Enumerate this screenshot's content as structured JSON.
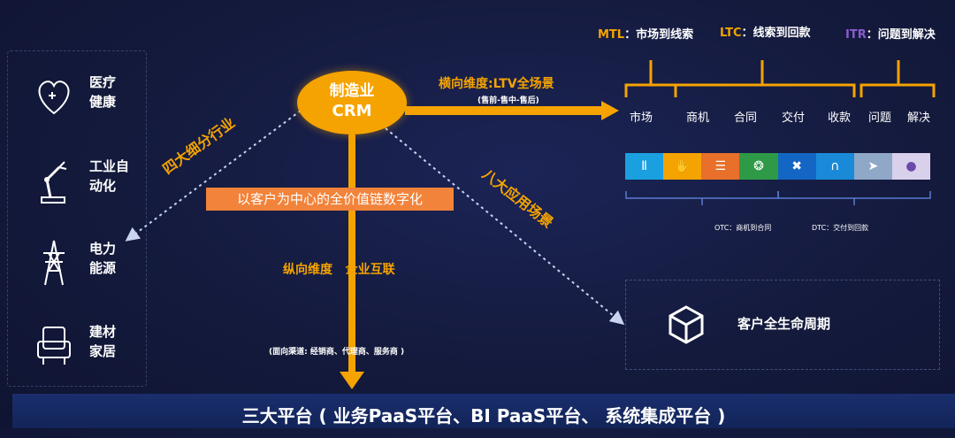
{
  "industries": [
    {
      "label_line1": "医疗",
      "label_line2": "健康",
      "icon": "heart-medical-icon"
    },
    {
      "label_line1": "工业自",
      "label_line2": "动化",
      "icon": "robot-arm-icon"
    },
    {
      "label_line1": "电力",
      "label_line2": "能源",
      "icon": "power-tower-icon"
    },
    {
      "label_line1": "建材",
      "label_line2": "家居",
      "icon": "armchair-icon"
    }
  ],
  "center": {
    "line1": "制造业",
    "line2": "CRM"
  },
  "left_arrow_label": "四大细分行业",
  "banner": "以客户为中心的全价值链数字化",
  "vertical": {
    "title": "纵向维度   企业互联",
    "note": "(面向渠道: 经销商、代理商、服务商 )"
  },
  "horizontal": {
    "title": "横向维度:LTV全场景",
    "note": "(售前-售中-售后)"
  },
  "right_diag_label": "八大应用场景",
  "categories": [
    {
      "code": "MTL",
      "desc": "：市场到线索",
      "color": "#f5a300"
    },
    {
      "code": "LTC",
      "desc": "：线索到回款",
      "color": "#f5a300"
    },
    {
      "code": "ITR",
      "desc": "：问题到解决",
      "color": "#8a5cd0"
    }
  ],
  "stages": [
    "市场",
    "商机",
    "合同",
    "交付",
    "收款",
    "问题",
    "解决"
  ],
  "tiles": [
    {
      "color": "#1aa0e0",
      "icon": "market-icon"
    },
    {
      "color": "#f5a300",
      "icon": "hand-icon"
    },
    {
      "color": "#e8702a",
      "icon": "contract-icon"
    },
    {
      "color": "#2e9a48",
      "icon": "trophy-icon"
    },
    {
      "color": "#1466c4",
      "icon": "tools-icon"
    },
    {
      "color": "#1a8ad8",
      "icon": "road-icon"
    },
    {
      "color": "#8fa8c8",
      "icon": "send-icon"
    },
    {
      "color": "#d9d0ec",
      "icon": "bulb-icon"
    }
  ],
  "otc_label": "OTC：商机到合同",
  "dtc_label": "DTC：交付到回款",
  "lifecycle": {
    "label": "客户全生命周期",
    "icon": "cube-icon"
  },
  "bottom": "三大平台 ( 业务PaaS平台、BI PaaS平台、 系统集成平台 )",
  "colors": {
    "accent": "#f5a300",
    "banner": "#f2833a",
    "background": "#141a3c"
  }
}
